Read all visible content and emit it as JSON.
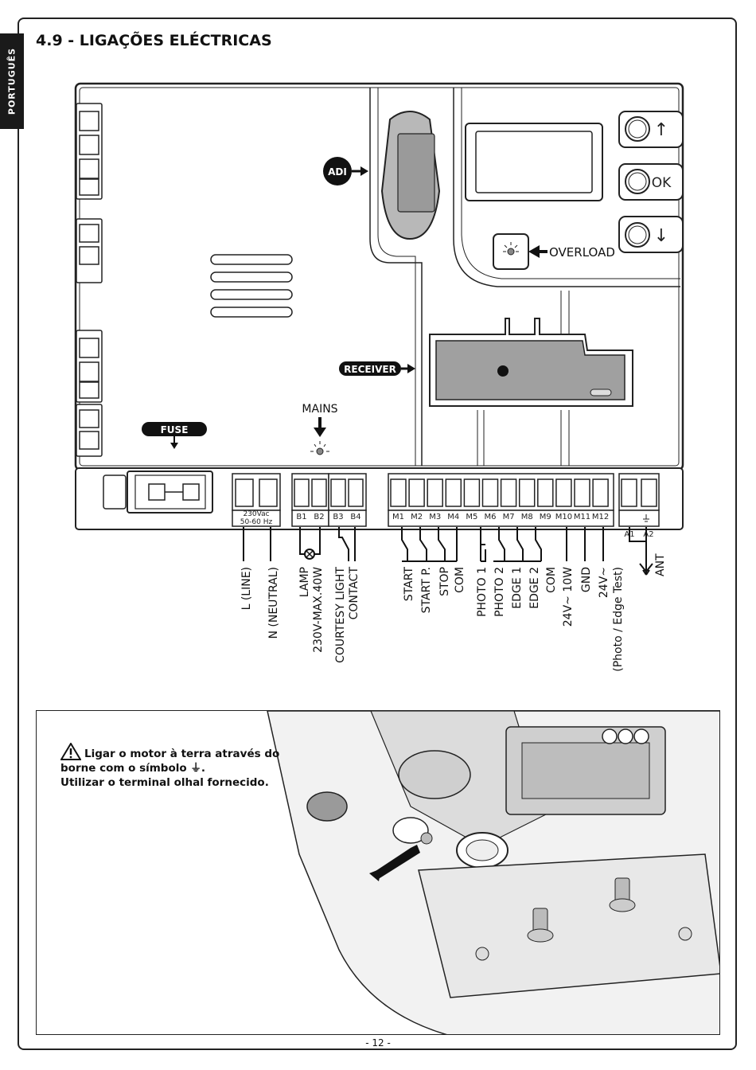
{
  "sidebar": {
    "language": "PORTUGUÊS"
  },
  "header": {
    "section_title": "4.9 - LIGAÇÕES ELÉCTRICAS"
  },
  "board": {
    "adi_label": "ADI",
    "overload_label": "OVERLOAD",
    "receiver_label": "RECEIVER",
    "fuse_label": "FUSE",
    "mains_label": "MAINS",
    "buttons": [
      "↑",
      "OK",
      "↓"
    ]
  },
  "terminals": {
    "power_rating": [
      "230Vac",
      "50-60 Hz"
    ],
    "labels": [
      "B1",
      "B2",
      "B3",
      "B4",
      "M1",
      "M2",
      "M3",
      "M4",
      "M5",
      "M6",
      "M7",
      "M8",
      "M9",
      "M10",
      "M11",
      "M12",
      "A1",
      "A2"
    ]
  },
  "wiring_labels": {
    "line": "L (LINE)",
    "neutral": "N (NEUTRAL)",
    "lamp": [
      "LAMP",
      "230V-MAX.40W"
    ],
    "courtesy": [
      "COURTESY LIGHT",
      "CONTACT"
    ],
    "start": "START",
    "start_p": "START P.",
    "stop": "STOP",
    "com1": "COM",
    "photo1": "PHOTO 1",
    "photo2": "PHOTO 2",
    "edge1": "EDGE 1",
    "edge2": "EDGE 2",
    "com2": "COM",
    "v24": "24V~  10W",
    "gnd": "GND",
    "v24test": [
      "24V~",
      "(Photo / Edge Test)"
    ],
    "ant": "ANT"
  },
  "note": {
    "line1": "Ligar o motor à terra através do",
    "line2": "borne com o símbolo ⏚.",
    "line3": "Utilizar o terminal olhal fornecido."
  },
  "footer": {
    "page_number": "- 12 -"
  }
}
